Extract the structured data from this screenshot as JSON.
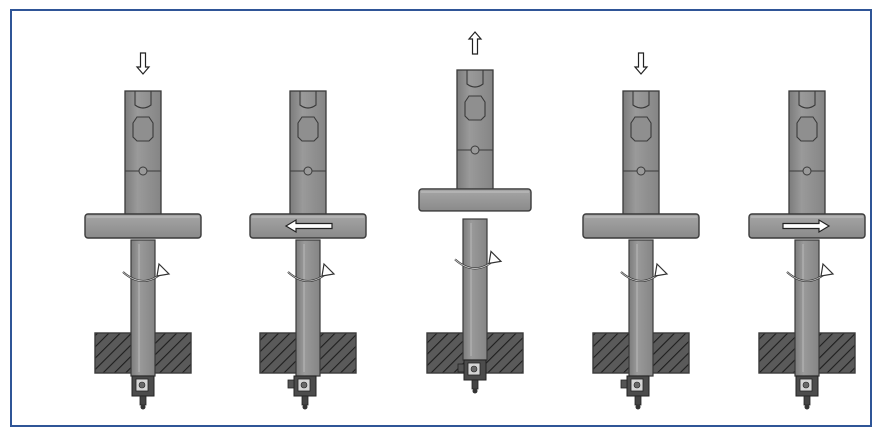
{
  "figure": {
    "panel_count": 5,
    "colors": {
      "frame_border": "#2f5597",
      "background": "#ffffff",
      "metal_light": "#a3a3a3",
      "metal_mid": "#8c8c8c",
      "metal_dark": "#6f6f6f",
      "outline": "#3a3a3a",
      "hatch_fill": "#5a5a5a",
      "hatch_lines": "#1e1e1e",
      "arrow_fill": "#ffffff"
    }
  },
  "steps": [
    {
      "id": "step-1",
      "vertical_arrow": "down-arrow-icon",
      "horizontal_arrow": "none",
      "shaft_raised": false,
      "rotation_icon": "rotation-arrow-icon"
    },
    {
      "id": "step-2",
      "vertical_arrow": "none",
      "horizontal_arrow": "left-arrow-icon",
      "shaft_raised": false,
      "rotation_icon": "rotation-arrow-icon"
    },
    {
      "id": "step-3",
      "vertical_arrow": "up-arrow-icon",
      "horizontal_arrow": "none",
      "shaft_raised": true,
      "rotation_icon": "rotation-arrow-icon"
    },
    {
      "id": "step-4",
      "vertical_arrow": "down-arrow-icon",
      "horizontal_arrow": "none",
      "shaft_raised": false,
      "rotation_icon": "rotation-arrow-icon"
    },
    {
      "id": "step-5",
      "vertical_arrow": "none",
      "horizontal_arrow": "right-arrow-icon",
      "shaft_raised": false,
      "rotation_icon": "rotation-arrow-icon"
    }
  ]
}
